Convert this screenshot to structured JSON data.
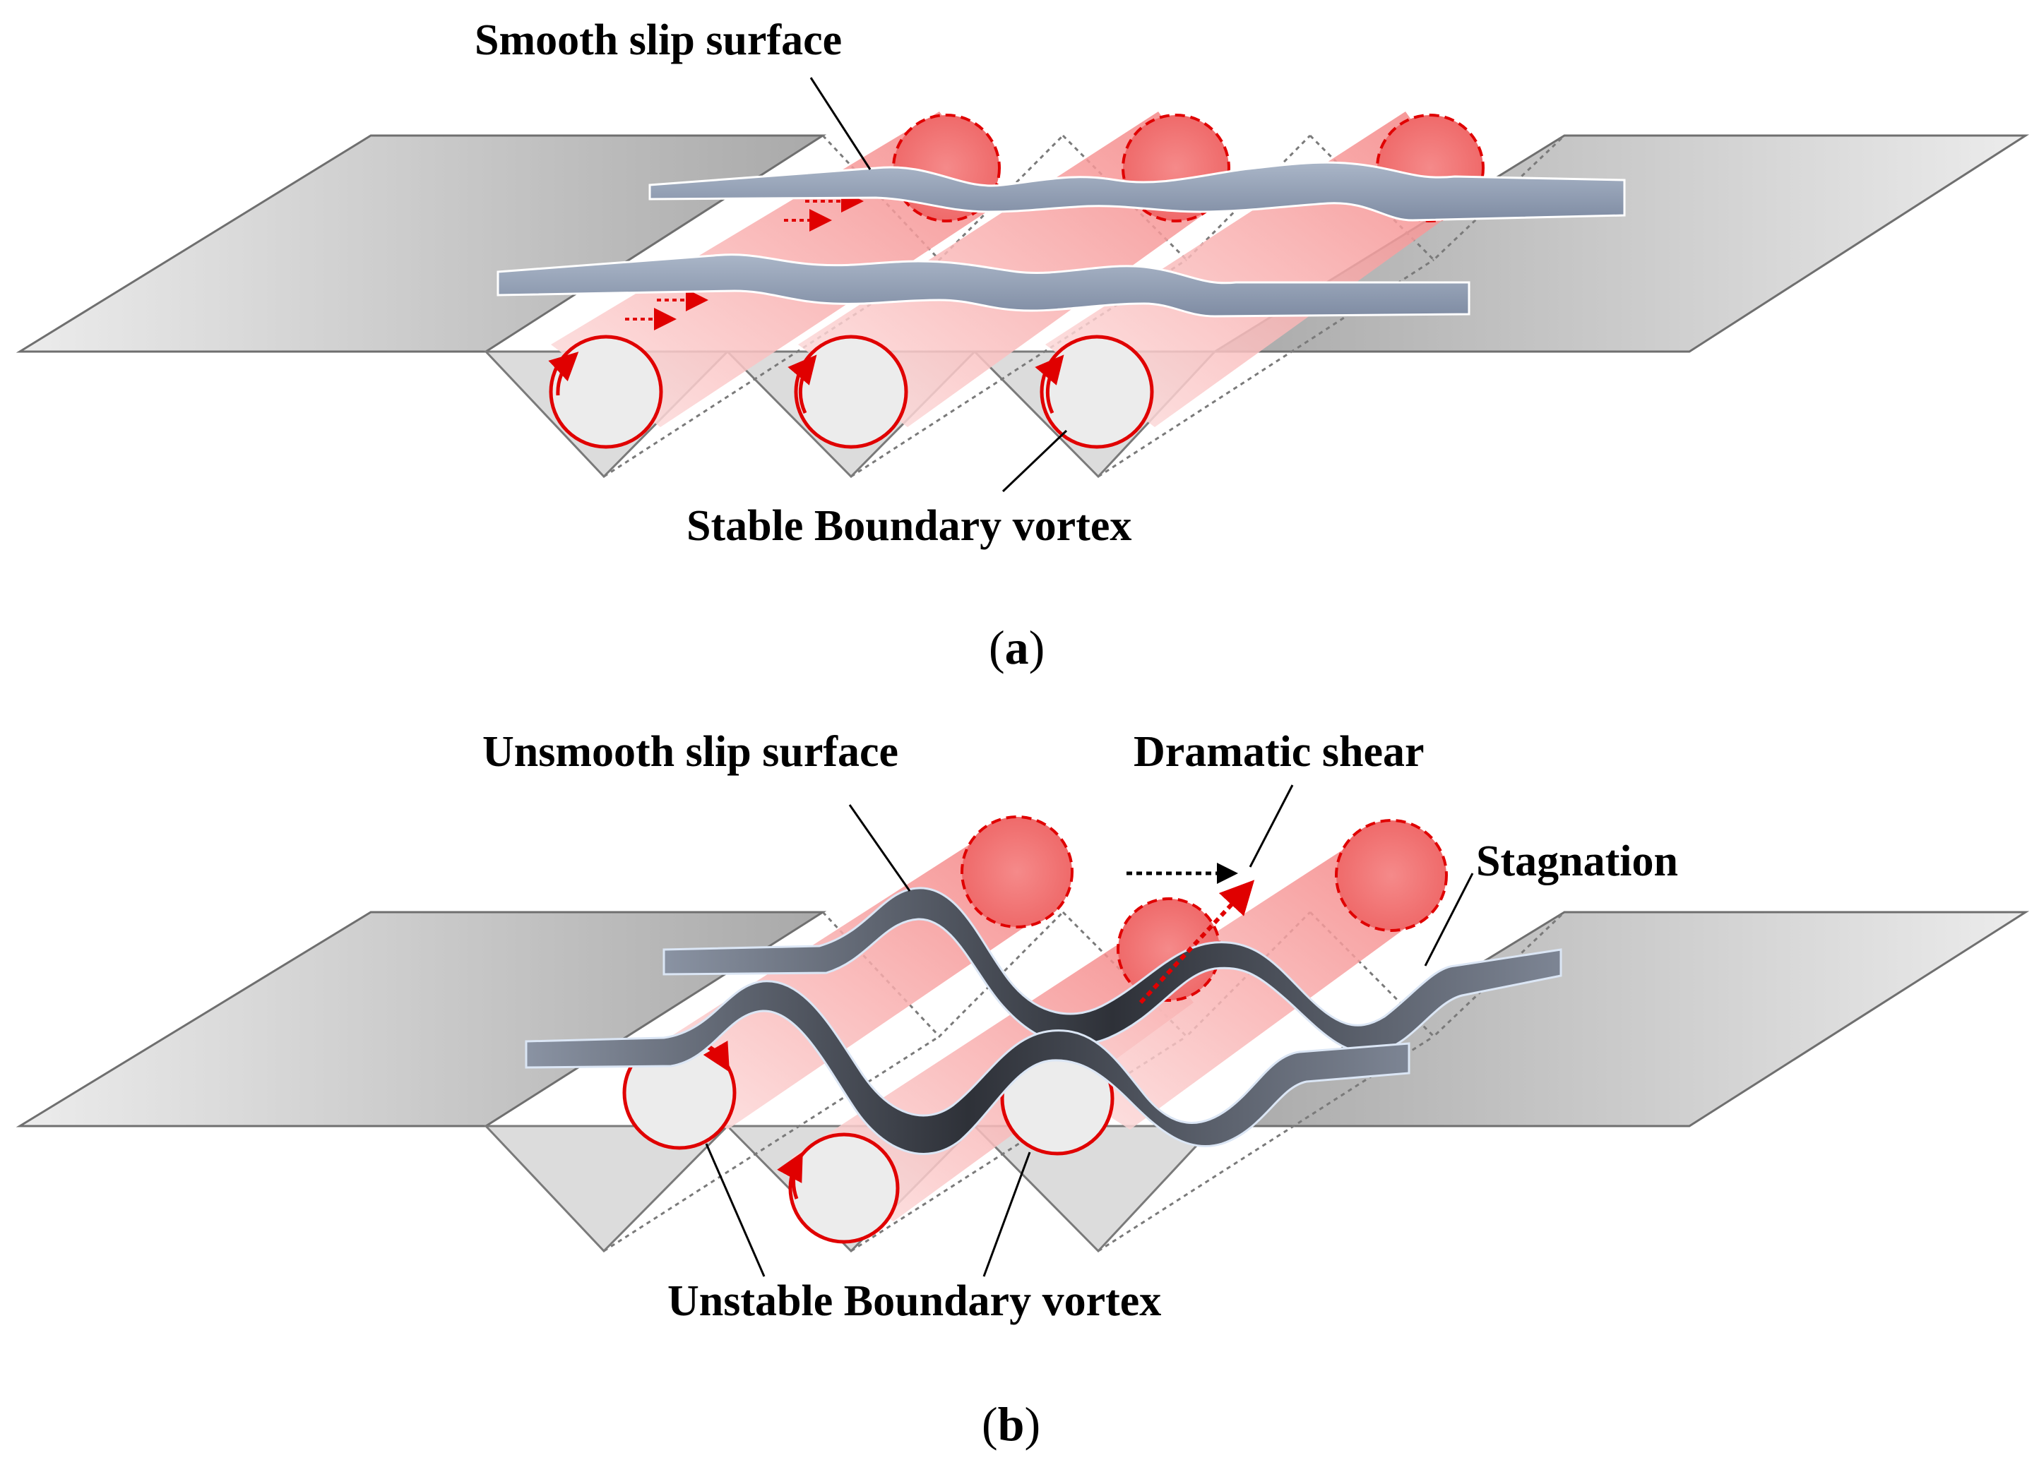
{
  "panel_a": {
    "label_slip": "Smooth slip surface",
    "label_vortex": "Stable Boundary vortex",
    "caption_open": "(",
    "caption_letter": "a",
    "caption_close": ")"
  },
  "panel_b": {
    "label_slip": "Unsmooth slip surface",
    "label_shear": "Dramatic shear",
    "label_stagnation": "Stagnation",
    "label_vortex": "Unstable Boundary vortex",
    "caption_open": "(",
    "caption_letter": "b",
    "caption_close": ")"
  },
  "colors": {
    "plate": "#c4c4c4",
    "plate_edge": "#7a7a7a",
    "vortex_tube": "#f6a3a3",
    "vortex_front": "#ececec",
    "rotation_arrow": "#e00000",
    "smooth_ribbon": "#8f9db3",
    "unsmooth_ribbon": "#4a4f58"
  },
  "icons": [
    "rotation-arrow-icon",
    "flow-arrow-icon",
    "shear-arrow-icon"
  ]
}
